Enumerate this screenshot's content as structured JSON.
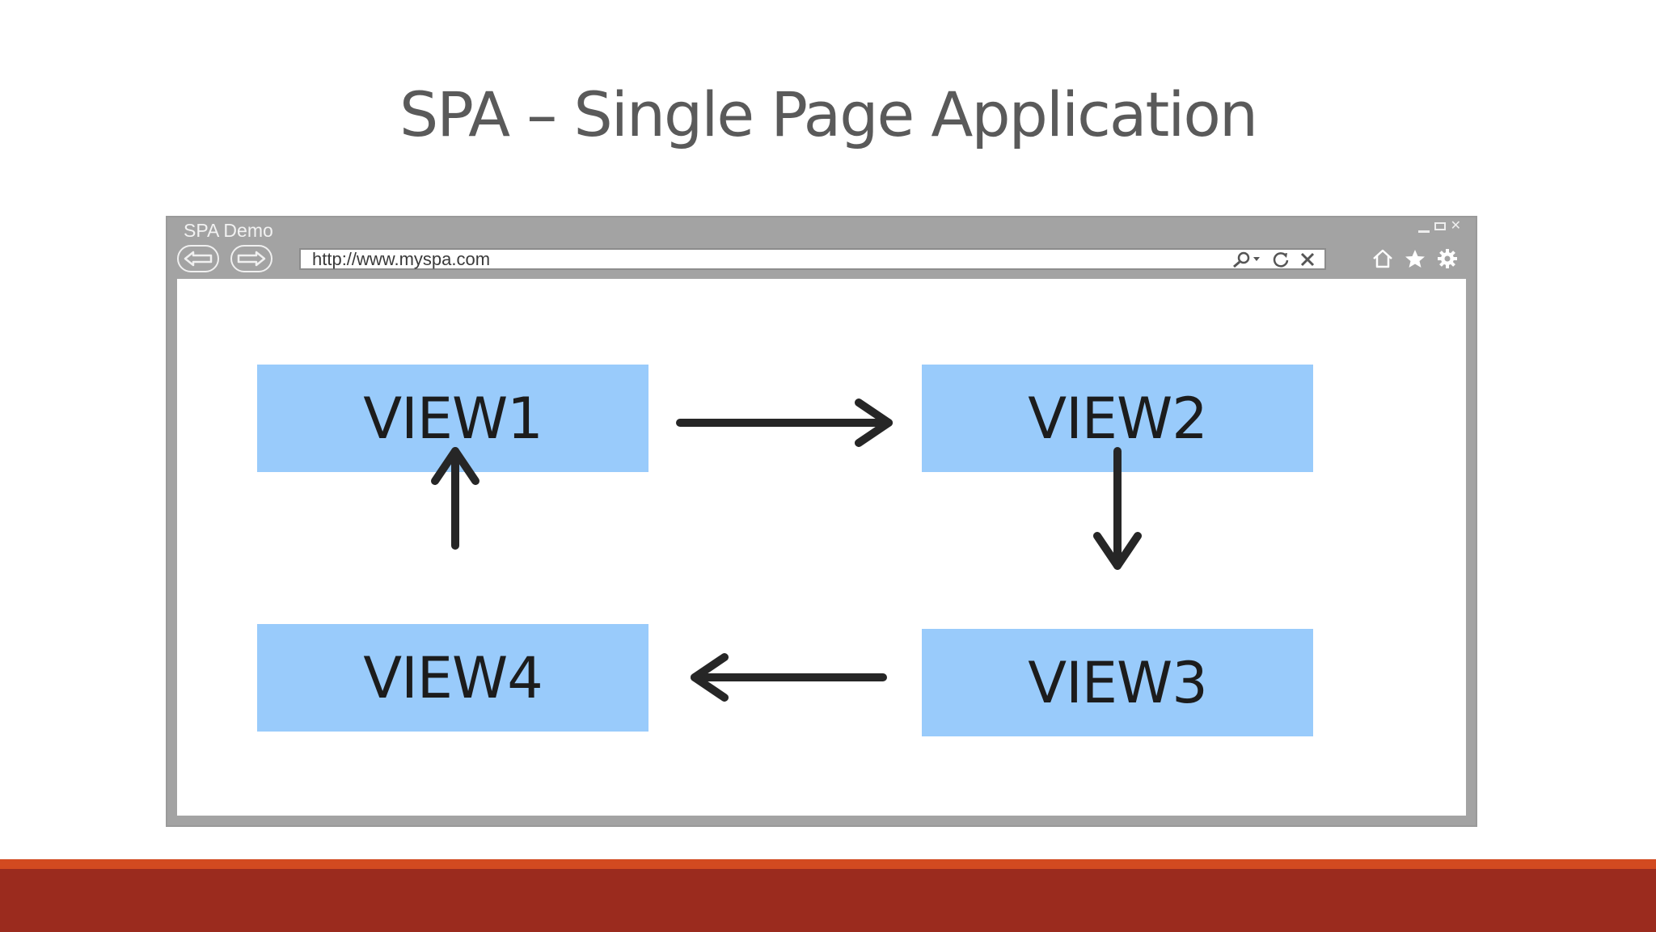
{
  "slide": {
    "title": "SPA – Single Page Application"
  },
  "browser": {
    "window_title": "SPA Demo",
    "url": "http://www.myspa.com",
    "icons": [
      "back-arrow-icon",
      "forward-arrow-icon",
      "search-icon",
      "refresh-icon",
      "stop-icon",
      "home-icon",
      "star-icon",
      "gear-icon"
    ]
  },
  "diagram": {
    "views": [
      "VIEW1",
      "VIEW2",
      "VIEW3",
      "VIEW4"
    ],
    "edges": [
      [
        "VIEW1",
        "VIEW2"
      ],
      [
        "VIEW2",
        "VIEW3"
      ],
      [
        "VIEW3",
        "VIEW4"
      ],
      [
        "VIEW4",
        "VIEW1"
      ]
    ]
  },
  "colors": {
    "view_fill": "#99cbfb",
    "arrow": "#262626",
    "browser_chrome": "#a3a3a3",
    "footer_accent": "#d24a20",
    "footer_band": "#9b2b1e"
  }
}
